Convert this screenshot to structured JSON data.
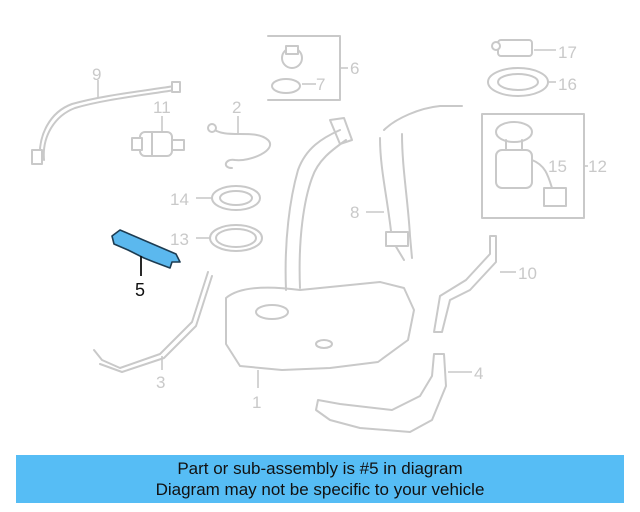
{
  "callouts": {
    "c1": "1",
    "c2": "2",
    "c3": "3",
    "c4": "4",
    "c5": "5",
    "c6": "6",
    "c7": "7",
    "c8": "8",
    "c9": "9",
    "c10": "10",
    "c11": "11",
    "c12": "12",
    "c13": "13",
    "c14": "14",
    "c15": "15",
    "c16": "16",
    "c17": "17"
  },
  "highlighted_part": "5",
  "colors": {
    "highlight": "#5bb8ee",
    "banner": "#56bdf5",
    "linework": "#c9c9c9"
  },
  "banner": {
    "line1": "Part or sub-assembly is #5 in diagram",
    "line2": "Diagram may not be specific to your vehicle"
  }
}
